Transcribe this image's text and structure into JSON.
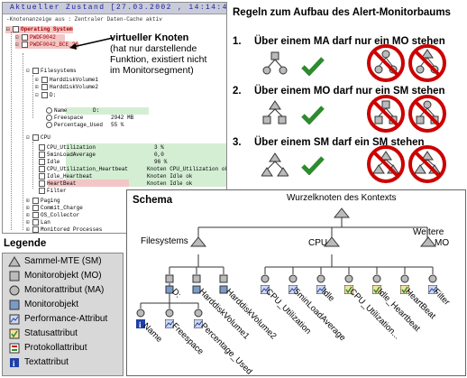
{
  "tree": {
    "header": "Aktueller Zustand [27.03.2002 , 14:14:49 ]",
    "context_bar": "-Knotenanzeige aus : Zentraler Daten-Cache aktiv",
    "rows": [
      {
        "label": "Operating System",
        "value": ""
      },
      {
        "label": "PWDF0042",
        "value": ""
      },
      {
        "label": "PWDF0042_BCE_26",
        "value": ""
      },
      {
        "label": "Filesystems",
        "value": ""
      },
      {
        "label": "HarddiskVolume1",
        "value": ""
      },
      {
        "label": "HarddiskVolume2",
        "value": ""
      },
      {
        "label": "D:",
        "value": ""
      },
      {
        "label": "Name",
        "value": "D:"
      },
      {
        "label": "Freespace",
        "value": "2942 MB"
      },
      {
        "label": "Percentage_Used",
        "value": "55 %"
      },
      {
        "label": "CPU",
        "value": ""
      },
      {
        "label": "CPU_Utilization",
        "value": "3 %"
      },
      {
        "label": "5minLoadAverage",
        "value": "0,0"
      },
      {
        "label": "Idle",
        "value": "96 %"
      },
      {
        "label": "CPU_Utilization_Heartbeat",
        "value": "Knoten CPU_Utilization ok"
      },
      {
        "label": "Idle_Heartbeat",
        "value": "Knoten Idle ok"
      },
      {
        "label": "HeartBeat",
        "value": "Knoten Idle ok"
      },
      {
        "label": "Filter",
        "value": ""
      },
      {
        "label": "Paging",
        "value": ""
      },
      {
        "label": "Commit_Charge",
        "value": ""
      },
      {
        "label": "OS_Collector",
        "value": ""
      },
      {
        "label": "Lan",
        "value": ""
      },
      {
        "label": "Monitored Processes",
        "value": ""
      }
    ],
    "callout_title": "virtueller Knoten",
    "callout_text": [
      "(hat nur darstellende",
      "Funktion, existiert nicht",
      "im Monitorsegment)"
    ]
  },
  "rules": {
    "title": "Regeln zum Aufbau des Alert-Monitorbaums",
    "items": [
      {
        "num": "1.",
        "text": "Über einem MA darf nur ein MO stehen"
      },
      {
        "num": "2.",
        "text": "Über einem MO darf nur ein SM stehen"
      },
      {
        "num": "3.",
        "text": "Über einem SM darf ein SM stehen"
      }
    ]
  },
  "schema": {
    "title": "Schema",
    "root": "Wurzelknoten des Kontexts",
    "filesystems": "Filesystems",
    "cpu": "CPU",
    "weitere": [
      "Weitere",
      "MO"
    ],
    "fs_children": [
      "D:",
      "HarddiskVolume1",
      "HarddiskVolume2"
    ],
    "d_children": [
      "Name",
      "Freespace",
      "Percentage_Used"
    ],
    "cpu_children": [
      "CPU_Utilization",
      "5minLoadAverage",
      "Idle",
      "CPU_Utilization...",
      "Idle_Heartbeat",
      "HeartBeat",
      "Filter"
    ]
  },
  "legend": {
    "title": "Legende",
    "items": [
      {
        "icon": "triangle-icon",
        "label": "Sammel-MTE (SM)"
      },
      {
        "icon": "square-icon",
        "label": "Monitorobjekt (MO)"
      },
      {
        "icon": "circle-icon",
        "label": "Monitorattribut (MA)"
      },
      {
        "icon": "monitorobject-icon",
        "label": "Monitorobjekt"
      },
      {
        "icon": "performance-attribute-icon",
        "label": "Performance-Attribut"
      },
      {
        "icon": "status-attribute-icon",
        "label": "Statusattribut"
      },
      {
        "icon": "protocol-attribute-icon",
        "label": "Protokollattribut"
      },
      {
        "icon": "text-attribute-icon",
        "label": "Textattribut"
      }
    ]
  },
  "colors": {
    "check": "#2e8b2e",
    "prohibition": "#cc0000",
    "highlight_pink": "#f3c6c6",
    "highlight_green": "#d4eed4",
    "header_blue": "#c9ccd8"
  }
}
